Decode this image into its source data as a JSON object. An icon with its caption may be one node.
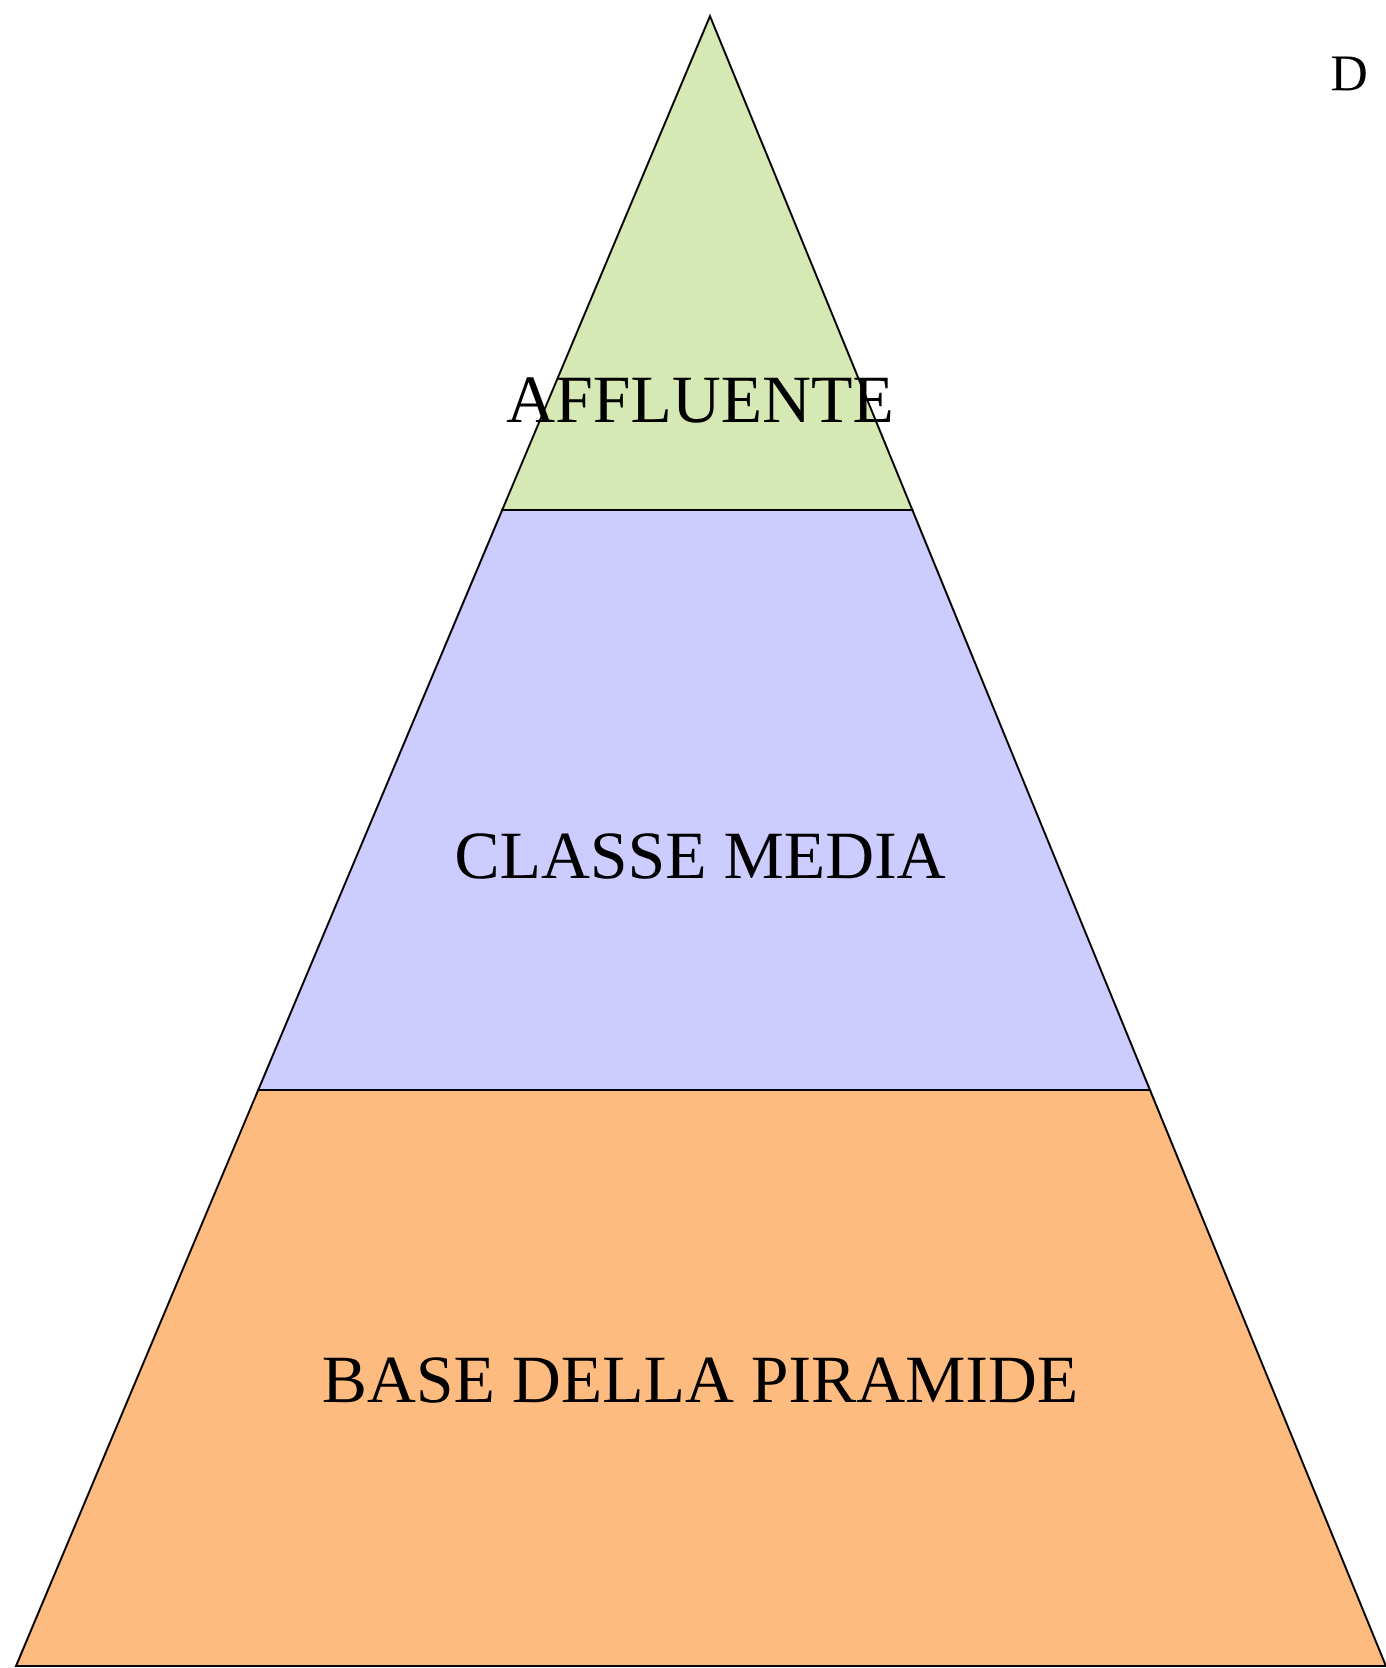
{
  "diagram": {
    "nodes": [
      {
        "text": [
          "AFFLUENTE"
        ]
      },
      {
        "text": [
          "CLASSE MEDIA"
        ]
      },
      {
        "text": [
          "BASE DELLA PIRAMIDE"
        ]
      }
    ],
    "labels": [
      "D"
    ]
  }
}
